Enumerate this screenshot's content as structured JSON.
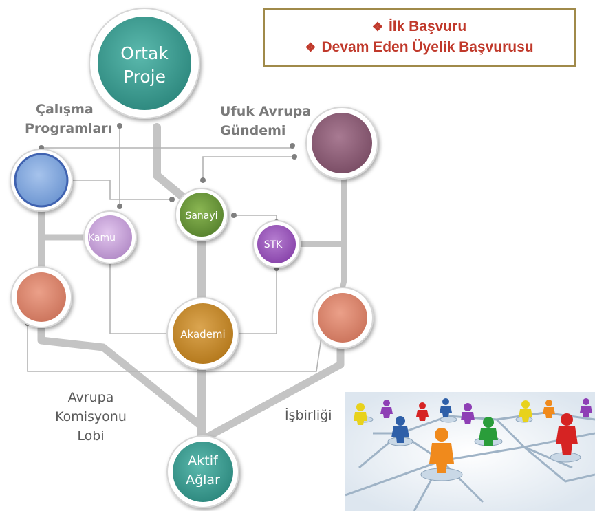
{
  "legend": {
    "items": [
      "İlk Başvuru",
      "Devam Eden Üyelik Başvurusu"
    ],
    "bullet": "❖"
  },
  "labels": {
    "calisma_1": "Çalışma",
    "calisma_2": "Programları",
    "ufuk_1": "Ufuk Avrupa",
    "ufuk_2": "Gündemi",
    "avrupa_1": "Avrupa",
    "avrupa_2": "Komisyonu",
    "avrupa_3": "Lobi",
    "isbirligi": "İşbirliği"
  },
  "nodes": {
    "ortak_1": "Ortak",
    "ortak_2": "Proje",
    "sanayi": "Sanayi",
    "kamu": "Kamu",
    "stk": "STK",
    "akademi": "Akademi",
    "aktif_1": "Aktif",
    "aktif_2": "Ağlar"
  },
  "colors": {
    "teal": "#3f9e93",
    "green": "#6e9a3a",
    "purple_light": "#c8a2d8",
    "purple": "#9b59b6",
    "orange": "#c98a2a",
    "blue": "#7fa6dc",
    "mauve": "#8e5f78",
    "salmon": "#dd8870",
    "legend_text": "#c0392b",
    "legend_border": "#a08a4a"
  }
}
